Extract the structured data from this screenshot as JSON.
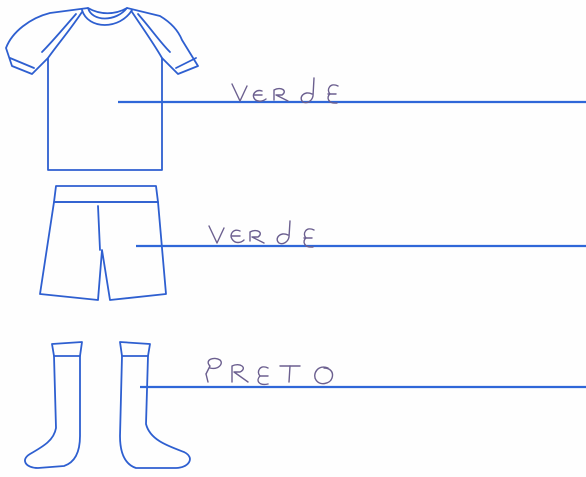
{
  "garments": [
    {
      "item": "shirt",
      "answer": "VERdE"
    },
    {
      "item": "shorts",
      "answer": "VERdE"
    },
    {
      "item": "socks",
      "answer": "PRETO"
    }
  ],
  "colors": {
    "outline": "#2e5fd0",
    "line": "#2f67d8",
    "pencil": "#6b5f8f"
  }
}
